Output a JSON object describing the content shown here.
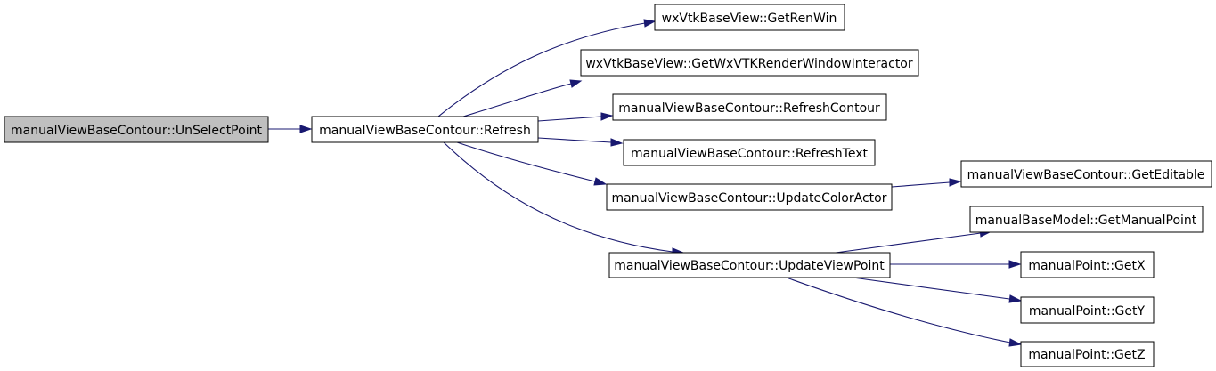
{
  "nodes": [
    {
      "id": "n0",
      "label": "manualViewBaseContour::UnSelectPoint",
      "root": true
    },
    {
      "id": "n1",
      "label": "manualViewBaseContour::Refresh"
    },
    {
      "id": "n2",
      "label": "wxVtkBaseView::GetRenWin"
    },
    {
      "id": "n3",
      "label": "wxVtkBaseView::GetWxVTKRenderWindowInteractor"
    },
    {
      "id": "n4",
      "label": "manualViewBaseContour::RefreshContour"
    },
    {
      "id": "n5",
      "label": "manualViewBaseContour::RefreshText"
    },
    {
      "id": "n6",
      "label": "manualViewBaseContour::UpdateColorActor"
    },
    {
      "id": "n7",
      "label": "manualViewBaseContour::UpdateViewPoint"
    },
    {
      "id": "n8",
      "label": "manualViewBaseContour::GetEditable"
    },
    {
      "id": "n9",
      "label": "manualBaseModel::GetManualPoint"
    },
    {
      "id": "n10",
      "label": "manualPoint::GetX"
    },
    {
      "id": "n11",
      "label": "manualPoint::GetY"
    },
    {
      "id": "n12",
      "label": "manualPoint::GetZ"
    }
  ],
  "edges": [
    {
      "from": "n0",
      "to": "n1"
    },
    {
      "from": "n1",
      "to": "n2"
    },
    {
      "from": "n1",
      "to": "n3"
    },
    {
      "from": "n1",
      "to": "n4"
    },
    {
      "from": "n1",
      "to": "n5"
    },
    {
      "from": "n1",
      "to": "n6"
    },
    {
      "from": "n1",
      "to": "n7"
    },
    {
      "from": "n6",
      "to": "n8"
    },
    {
      "from": "n7",
      "to": "n9"
    },
    {
      "from": "n7",
      "to": "n10"
    },
    {
      "from": "n7",
      "to": "n11"
    },
    {
      "from": "n7",
      "to": "n12"
    }
  ]
}
